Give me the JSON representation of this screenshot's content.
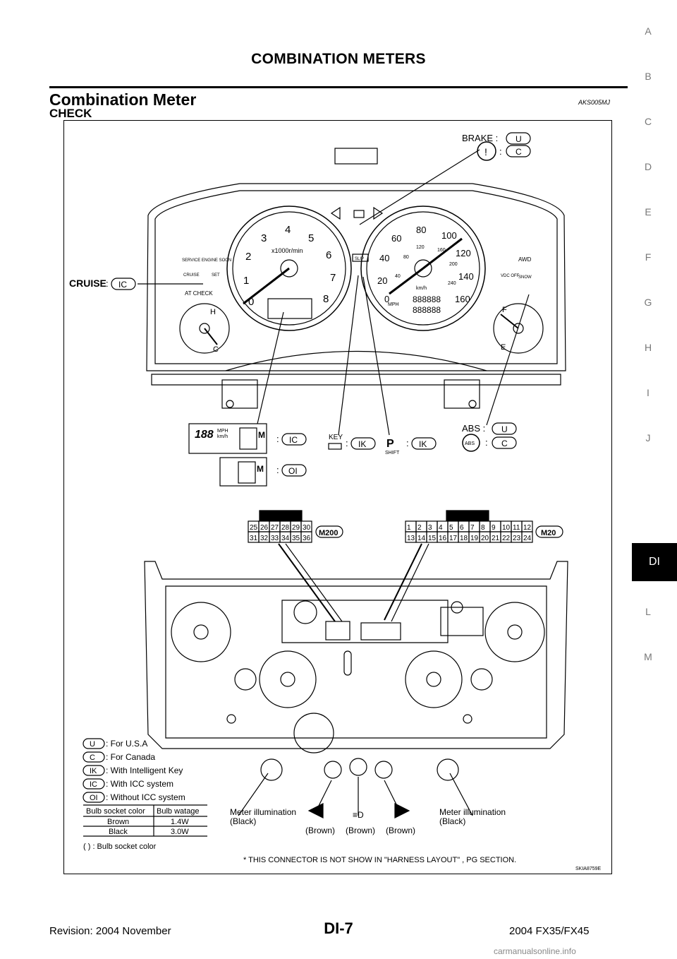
{
  "header": {
    "title": "COMBINATION METERS"
  },
  "section": {
    "title": "Combination Meter",
    "code": "AKS005MJ",
    "subtitle": "CHECK"
  },
  "side_index": {
    "letters": [
      "A",
      "B",
      "C",
      "D",
      "E",
      "F",
      "G",
      "H",
      "I",
      "J",
      "DI",
      "L",
      "M"
    ],
    "active": "DI"
  },
  "figure": {
    "callouts": {
      "brake": "BRAKE :",
      "brake_u": "U",
      "brake_c": "C",
      "colon": ":",
      "cruise": "CRUISE",
      "cruise_ic": "IC",
      "ic_tag": "IC",
      "oi_tag": "OI",
      "key": "KEY",
      "key_ik": "IK",
      "shift": "SHIFT",
      "shift_ik": "IK",
      "abs": "ABS :",
      "abs_u": "U",
      "abs_c": "C",
      "abs_icon": "ABS"
    },
    "gauge_tach": {
      "ticks": [
        "1",
        "2",
        "3",
        "4",
        "5",
        "6",
        "7",
        "8",
        "0"
      ],
      "unit": "x1000r/min"
    },
    "gauge_speed": {
      "ticks": [
        "0",
        "20",
        "40",
        "60",
        "80",
        "100",
        "120",
        "140",
        "160"
      ],
      "inner_ticks": [
        "40",
        "80",
        "120",
        "160",
        "200",
        "240"
      ],
      "unit_mph": "MPH",
      "unit_kmh": "km/h",
      "odo": "888888"
    },
    "panel_labels": {
      "service": "SERVICE ENGINE SOON",
      "at_check": "AT CHECK",
      "cruise_small": "CRUISE",
      "set": "SET",
      "slip": "SLIP",
      "awd": "AWD",
      "vdc": "VDC OFF",
      "snow": "SNOW",
      "temp_h": "H",
      "temp_c": "C",
      "fuel_f": "F",
      "fuel_e": "E",
      "display_mph": "MPH",
      "display_kmh": "km/h",
      "display_digits": "188"
    },
    "connector_m200": {
      "name": "M200",
      "row1": [
        "25",
        "26",
        "27",
        "28",
        "29",
        "30"
      ],
      "row2": [
        "31",
        "32",
        "33",
        "34",
        "35",
        "36"
      ]
    },
    "connector_m20": {
      "name": "M20",
      "row1": [
        "1",
        "2",
        "3",
        "4",
        "5",
        "6",
        "7",
        "8",
        "9",
        "10",
        "11",
        "12"
      ],
      "row2": [
        "13",
        "14",
        "15",
        "16",
        "17",
        "18",
        "19",
        "20",
        "21",
        "22",
        "23",
        "24"
      ]
    },
    "legend": [
      {
        "code": "U",
        "text": ": For U.S.A"
      },
      {
        "code": "C",
        "text": ": For Canada"
      },
      {
        "code": "IK",
        "text": ": With Intelligent Key"
      },
      {
        "code": "IC",
        "text": ": With ICC system"
      },
      {
        "code": "OI",
        "text": ": Without ICC system"
      }
    ],
    "bulb_table": {
      "headers": [
        "Bulb socket color",
        "Bulb watage"
      ],
      "rows": [
        [
          "Brown",
          "1.4W"
        ],
        [
          "Black",
          "3.0W"
        ]
      ]
    },
    "bulb_note": "(        ) : Bulb socket color",
    "labels": {
      "illum_left_1": "Meter illumination",
      "illum_left_2": "(Black)",
      "illum_right_1": "Meter illumination",
      "illum_right_2": "(Black)",
      "brown1": "(Brown)",
      "brown2": "(Brown)",
      "brown3": "(Brown)"
    },
    "note": "* THIS CONNECTOR IS NOT SHOW IN \"HARNESS LAYOUT\" , PG SECTION.",
    "figure_code": "SKIA8759E"
  },
  "footer": {
    "revision": "Revision: 2004 November",
    "page": "DI-7",
    "model": "2004 FX35/FX45",
    "watermark": "carmanualsonline.info"
  }
}
